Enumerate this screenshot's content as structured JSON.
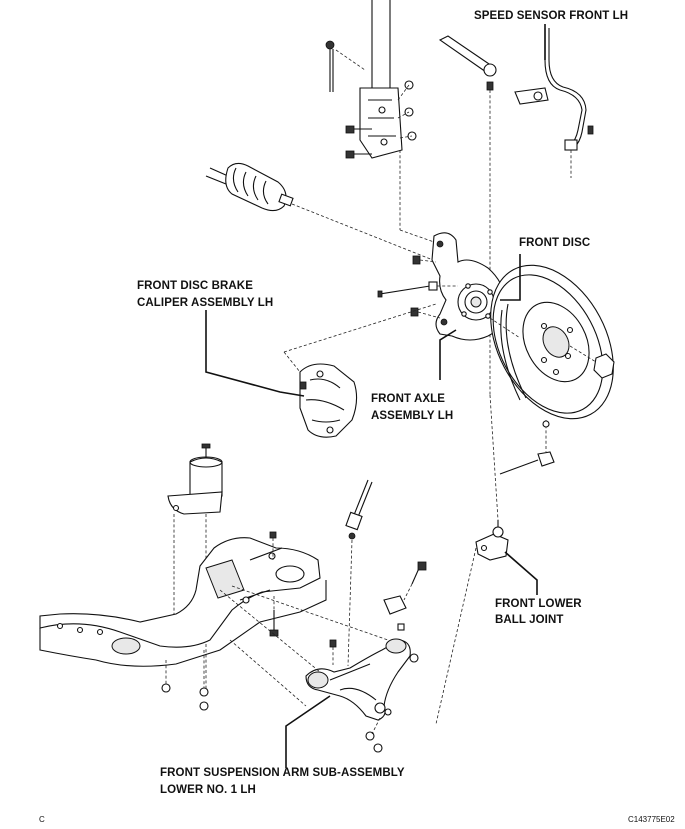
{
  "labels": {
    "speed_sensor": "SPEED SENSOR FRONT LH",
    "front_disc": "FRONT DISC",
    "caliper_line1": "FRONT DISC BRAKE",
    "caliper_line2": "CALIPER ASSEMBLY LH",
    "axle_line1": "FRONT AXLE",
    "axle_line2": "ASSEMBLY LH",
    "ball_joint_line1": "FRONT LOWER",
    "ball_joint_line2": "BALL JOINT",
    "arm_line1": "FRONT SUSPENSION ARM SUB-ASSEMBLY",
    "arm_line2": "LOWER NO. 1 LH"
  },
  "footer": {
    "section_letter": "C",
    "figure_code": "C143775E02"
  }
}
